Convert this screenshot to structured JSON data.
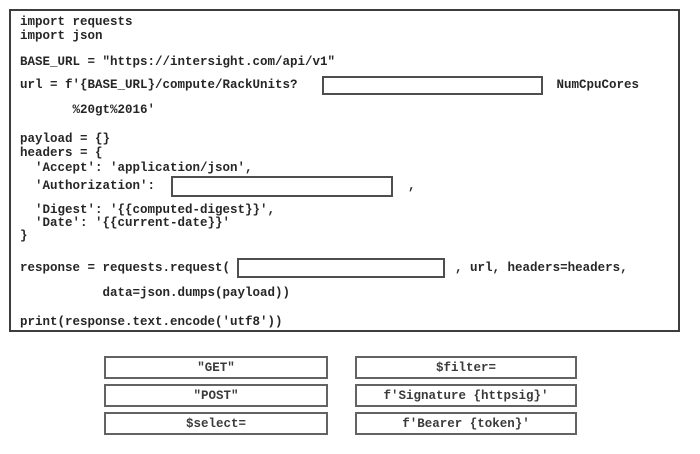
{
  "code": {
    "plain": {
      "l1": "import requests",
      "l2": "import json",
      "l3": "BASE_URL = \"https://intersight.com/api/v1\"",
      "l5": "       %20gt%2016'",
      "l6": "payload = {}",
      "l7": "headers = {",
      "l8": "  'Accept': 'application/json',",
      "l10": "  'Digest': '{{computed-digest}}',",
      "l11": "  'Date': '{{current-date}}'",
      "l12": "}",
      "l14": "           data=json.dumps(payload))",
      "l15": "print(response.text.encode('utf8'))"
    },
    "url_line": {
      "before": "url = f'{BASE_URL}/compute/RackUnits?",
      "after": "NumCpuCores"
    },
    "auth_line": {
      "before": "  'Authorization':",
      "after": ","
    },
    "request_line": {
      "before": "response = requests.request(",
      "after": ", url, headers=headers,"
    }
  },
  "options": {
    "left": [
      "\"GET\"",
      "\"POST\"",
      "$select="
    ],
    "right": [
      "$filter=",
      "f'Signature {httpsig}'",
      "f'Bearer {token}'"
    ]
  },
  "ui": {
    "colors": {
      "panel_border": "#3d3d3d",
      "blank_border": "#4e4e4e",
      "option_border": "#636363",
      "code_text": "#262626"
    }
  }
}
